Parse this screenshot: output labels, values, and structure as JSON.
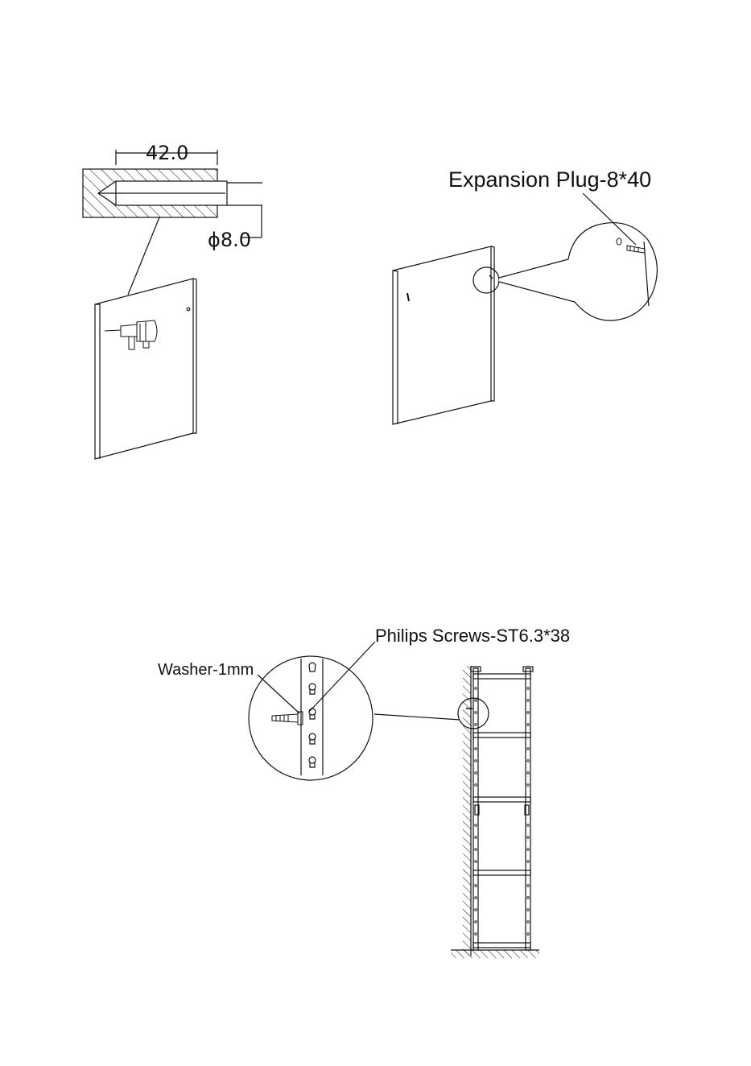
{
  "step1": {
    "dim_depth": "42.0",
    "dim_diameter": "ϕ8.0"
  },
  "step2": {
    "plug_label": "Expansion Plug-8*40"
  },
  "step3": {
    "screw_label": "Philips Screws-ST6.3*38",
    "washer_label": "Washer-1mm"
  },
  "colors": {
    "ink": "#111111",
    "paper": "#ffffff"
  },
  "icons": [
    "drill-icon",
    "hatch-wall-section",
    "magnifier-callout",
    "shelf-rack"
  ]
}
